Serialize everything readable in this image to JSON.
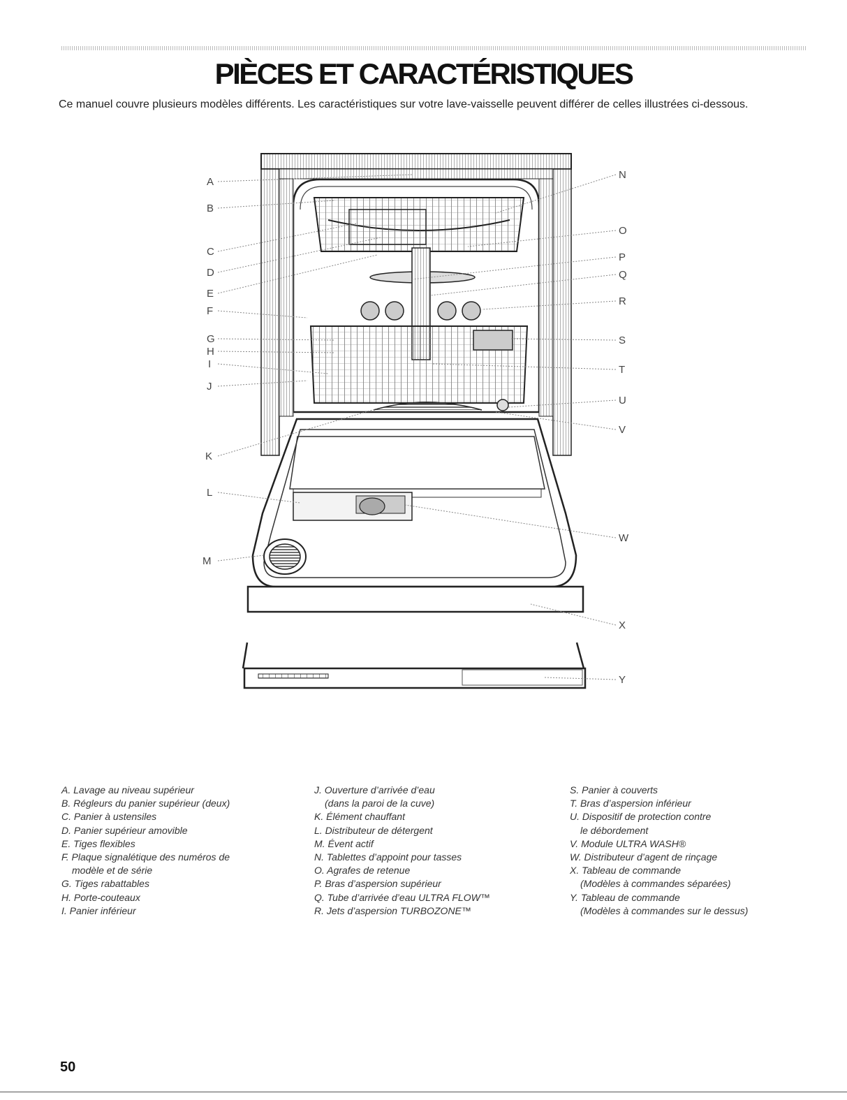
{
  "page": {
    "title": "PIÈCES ET CARACTÉRISTIQUES",
    "intro": "Ce manuel couvre plusieurs modèles différents. Les caractéristiques sur votre lave-vaisselle peuvent différer de celles illustrées ci-dessous.",
    "page_number": "50"
  },
  "diagram": {
    "callouts": [
      "A",
      "B",
      "C",
      "D",
      "E",
      "F",
      "G",
      "H",
      "I",
      "J",
      "K",
      "L",
      "M",
      "N",
      "O",
      "P",
      "Q",
      "R",
      "S",
      "T",
      "U",
      "V",
      "W",
      "X",
      "Y"
    ]
  },
  "legend": {
    "column1": [
      {
        "text": "A. Lavage au niveau supérieur"
      },
      {
        "text": "B. Régleurs du panier supérieur (deux)"
      },
      {
        "text": "C. Panier à ustensiles"
      },
      {
        "text": "D. Panier supérieur amovible"
      },
      {
        "text": "E. Tiges flexibles"
      },
      {
        "text": "F. Plaque signalétique des numéros de",
        "cont": "modèle et de série"
      },
      {
        "text": "G. Tiges rabattables"
      },
      {
        "text": "H. Porte-couteaux"
      },
      {
        "text": "I. Panier inférieur"
      }
    ],
    "column2": [
      {
        "text": "J. Ouverture d’arrivée d’eau",
        "cont": "(dans la paroi de la cuve)"
      },
      {
        "text": "K. Élément chauffant"
      },
      {
        "text": "L. Distributeur de détergent"
      },
      {
        "text": "M. Évent actif"
      },
      {
        "text": "N. Tablettes d’appoint pour tasses"
      },
      {
        "text": "O. Agrafes de retenue"
      },
      {
        "text": "P. Bras d’aspersion supérieur"
      },
      {
        "text": "Q. Tube d’arrivée d’eau ULTRA FLOW™"
      },
      {
        "text": "R. Jets d’aspersion TURBOZONE™"
      }
    ],
    "column3": [
      {
        "text": "S. Panier à couverts"
      },
      {
        "text": "T. Bras d’aspersion inférieur"
      },
      {
        "text": "U. Dispositif de protection contre",
        "cont": "le débordement"
      },
      {
        "text": "V. Module ULTRA WASH®"
      },
      {
        "text": "W. Distributeur d’agent de rinçage"
      },
      {
        "text": "X. Tableau de commande",
        "cont": "(Modèles à commandes séparées)"
      },
      {
        "text": "Y. Tableau de commande",
        "cont": "(Modèles à commandes sur le dessus)"
      }
    ]
  }
}
